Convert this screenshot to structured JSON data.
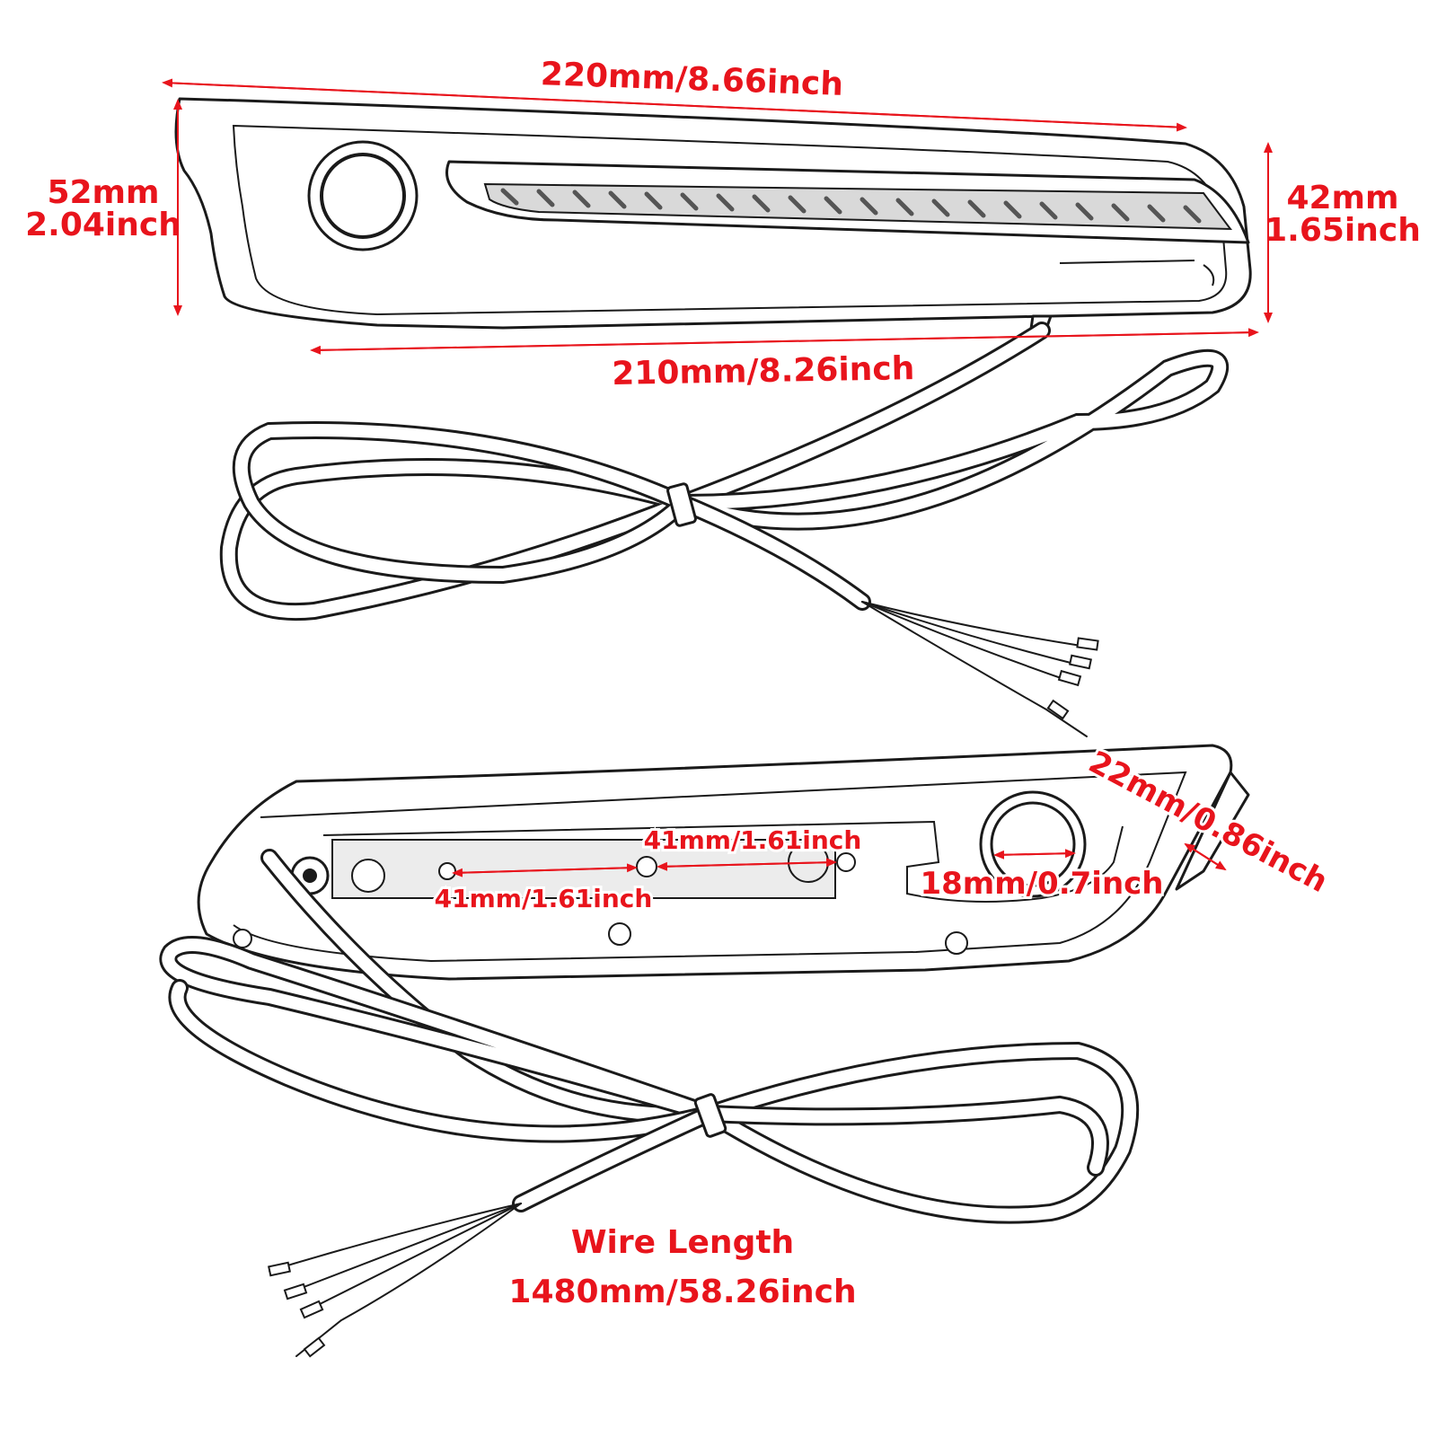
{
  "colors": {
    "dimension": "#e8141c",
    "outline": "#1a1a1a",
    "background": "#ffffff"
  },
  "top_view": {
    "overall_length": "220mm/8.66inch",
    "base_length": "210mm/8.26inch",
    "left_height_mm": "52mm",
    "left_height_in": "2.04inch",
    "right_height_mm": "42mm",
    "right_height_in": "1.65inch"
  },
  "bottom_view": {
    "hole_spacing_top": "41mm/1.61inch",
    "hole_spacing_bottom": "41mm/1.61inch",
    "hole_diameter": "18mm/0.7inch",
    "end_width": "22mm/0.86inch",
    "wire_length_label": "Wire Length",
    "wire_length_value": "1480mm/58.26inch"
  }
}
